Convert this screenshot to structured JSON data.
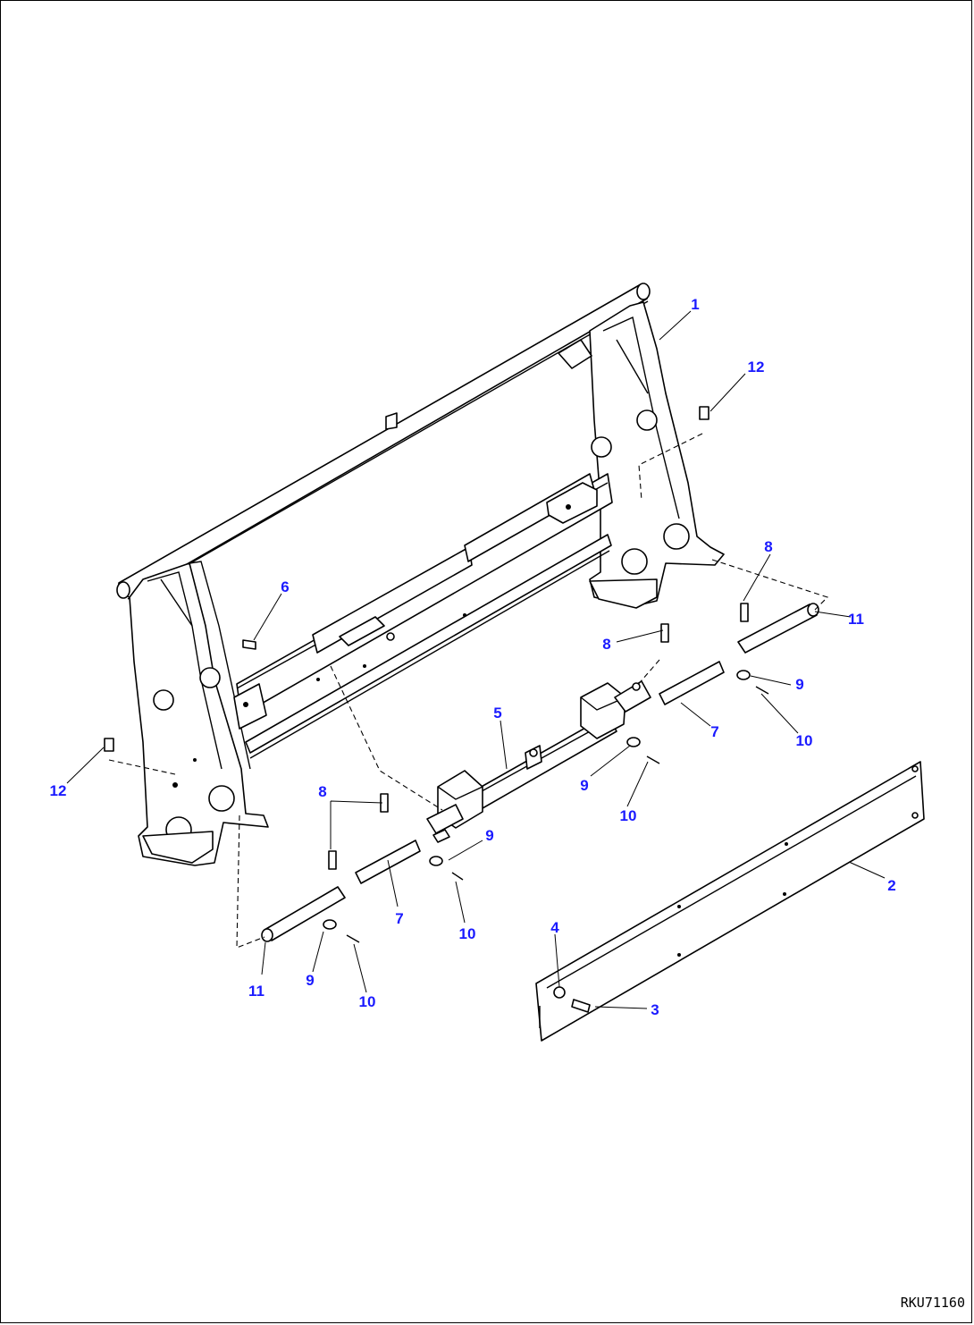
{
  "callouts": {
    "c1": "1",
    "c2": "2",
    "c3": "3",
    "c4": "4",
    "c5": "5",
    "c6": "6",
    "c7a": "7",
    "c7b": "7",
    "c8a": "8",
    "c8b": "8",
    "c8c": "8",
    "c9a": "9",
    "c9b": "9",
    "c9c": "9",
    "c9d": "9",
    "c10a": "10",
    "c10b": "10",
    "c10c": "10",
    "c10d": "10",
    "c11a": "11",
    "c11b": "11",
    "c12a": "12",
    "c12b": "12"
  },
  "drawing_code": "RKU71160",
  "colors": {
    "callout": "#1a1aff",
    "line": "#000000",
    "background": "#ffffff"
  }
}
